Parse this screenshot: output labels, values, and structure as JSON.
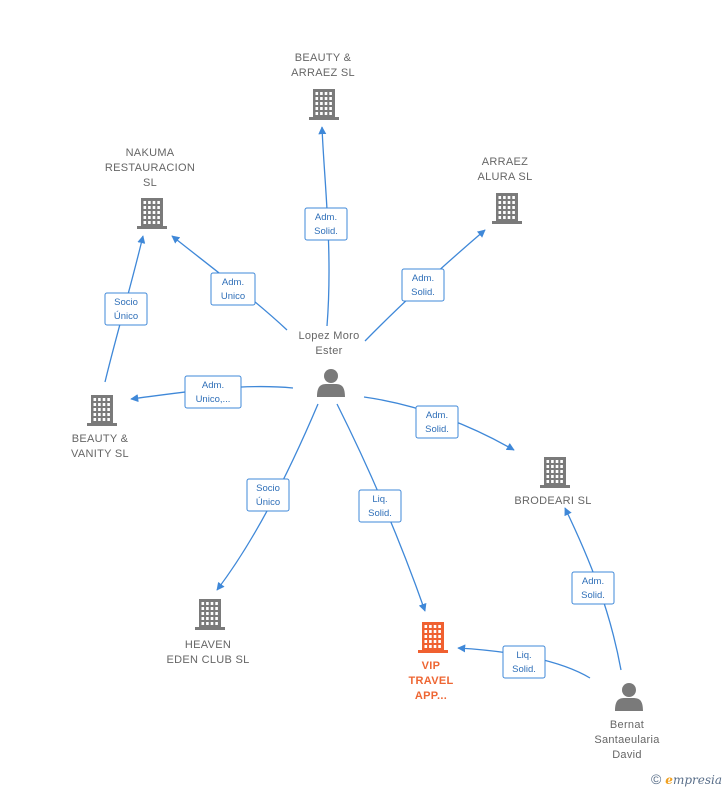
{
  "colors": {
    "company": "#7a7a7a",
    "company_highlight": "#f06030",
    "person": "#7a7a7a",
    "edge": "#3f88d8",
    "edge_text": "#2f6fb8"
  },
  "nodes": {
    "beauty_arraez": {
      "type": "company",
      "icon": "building-icon",
      "lines": [
        "BEAUTY &",
        "ARRAEZ  SL"
      ]
    },
    "nakuma": {
      "type": "company",
      "icon": "building-icon",
      "lines": [
        "NAKUMA",
        "RESTAURACION",
        "SL"
      ]
    },
    "arraez_alura": {
      "type": "company",
      "icon": "building-icon",
      "lines": [
        "ARRAEZ",
        "ALURA  SL"
      ]
    },
    "lopez": {
      "type": "person",
      "icon": "person-icon",
      "lines": [
        "Lopez Moro",
        "Ester"
      ]
    },
    "beauty_vanity": {
      "type": "company",
      "icon": "building-icon",
      "lines": [
        "BEAUTY &",
        "VANITY  SL"
      ]
    },
    "brodeari": {
      "type": "company",
      "icon": "building-icon",
      "lines": [
        "BRODEARI  SL"
      ]
    },
    "heaven": {
      "type": "company",
      "icon": "building-icon",
      "lines": [
        "HEAVEN",
        "EDEN CLUB  SL"
      ]
    },
    "vip": {
      "type": "company",
      "icon": "building-icon",
      "highlight": true,
      "lines": [
        "VIP",
        "TRAVEL",
        "APP..."
      ]
    },
    "bernat": {
      "type": "person",
      "icon": "person-icon",
      "lines": [
        "Bernat",
        "Santaeularia",
        "David"
      ]
    }
  },
  "edges": [
    {
      "id": "lopez-beauty-arraez",
      "lines": [
        "Adm.",
        "Solid."
      ]
    },
    {
      "id": "lopez-nakuma",
      "lines": [
        "Adm.",
        "Unico"
      ]
    },
    {
      "id": "lopez-arraez-alura",
      "lines": [
        "Adm.",
        "Solid."
      ]
    },
    {
      "id": "beauty-vanity-nakuma",
      "lines": [
        "Socio",
        "Único"
      ]
    },
    {
      "id": "lopez-beauty-vanity",
      "lines": [
        "Adm.",
        "Unico,..."
      ]
    },
    {
      "id": "lopez-brodeari",
      "lines": [
        "Adm.",
        "Solid."
      ]
    },
    {
      "id": "lopez-heaven",
      "lines": [
        "Socio",
        "Único"
      ]
    },
    {
      "id": "lopez-vip",
      "lines": [
        "Liq.",
        "Solid."
      ]
    },
    {
      "id": "bernat-brodeari",
      "lines": [
        "Adm.",
        "Solid."
      ]
    },
    {
      "id": "bernat-vip",
      "lines": [
        "Liq.",
        "Solid."
      ]
    }
  ],
  "footer": {
    "copyright": "©",
    "brand_e": "e",
    "brand_rest": "mpresia"
  }
}
